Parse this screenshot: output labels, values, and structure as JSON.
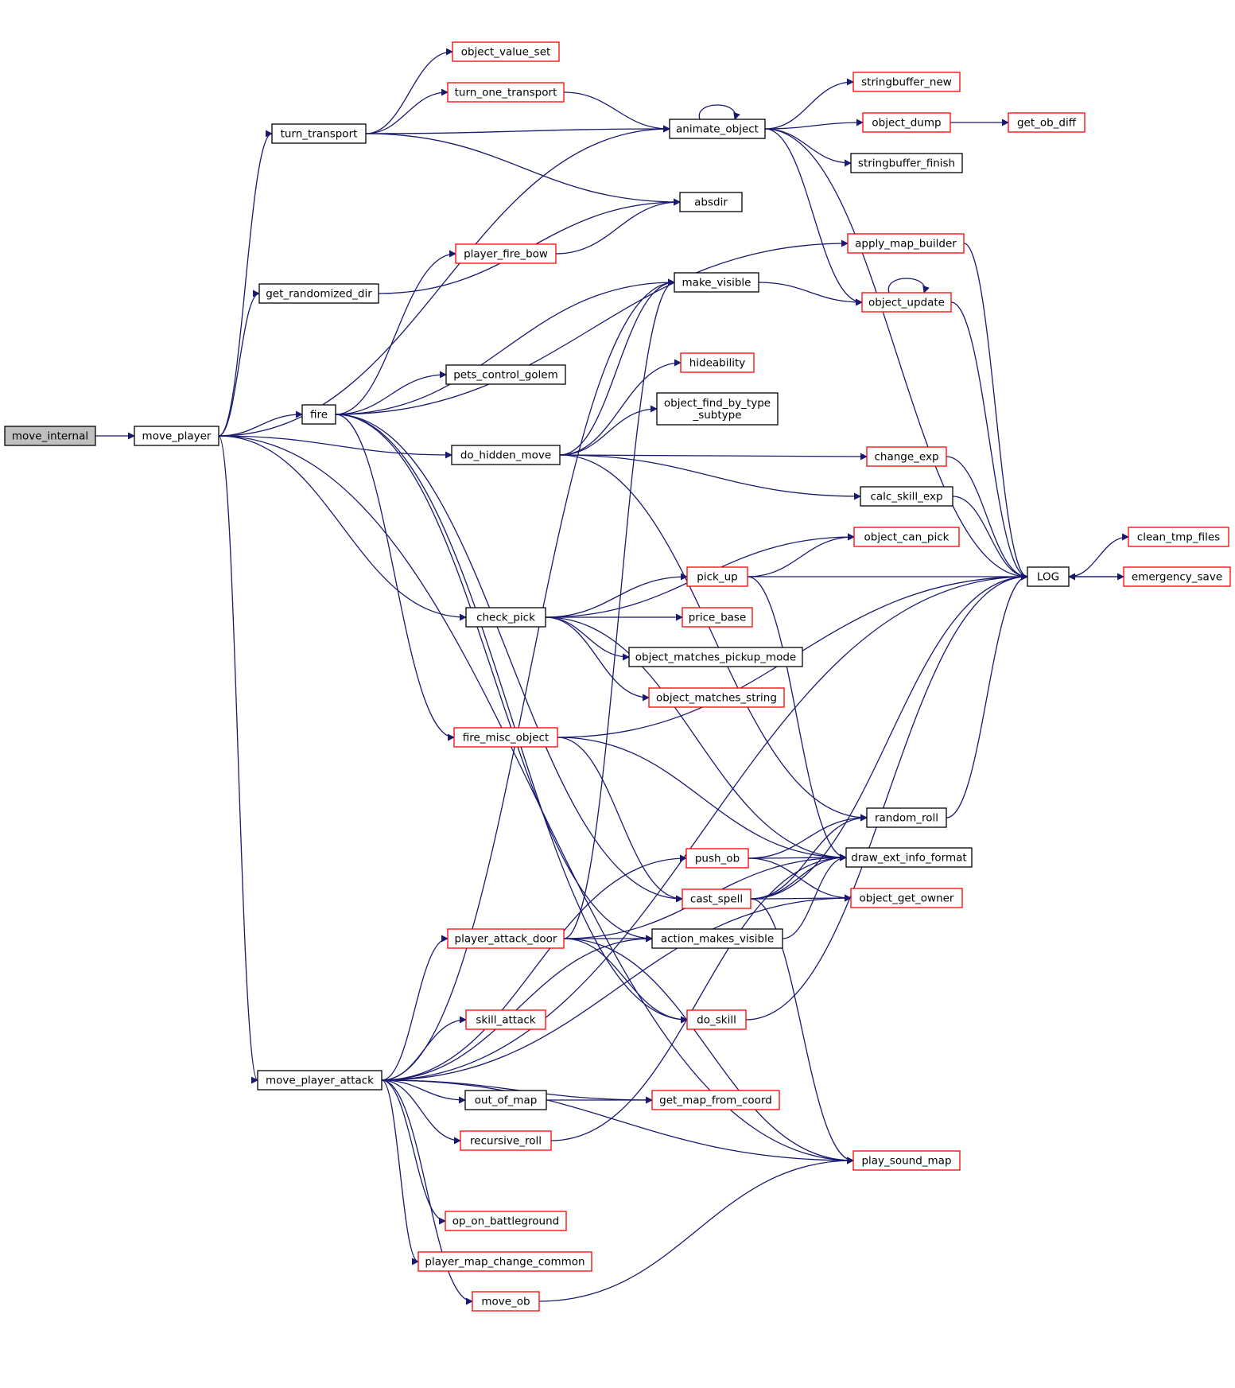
{
  "colors": {
    "edge": "#191970",
    "node_plain": "#000000",
    "node_truncated": "#ff0000",
    "node_root_fill": "#bfbfbf"
  },
  "nodes": [
    {
      "id": "move_internal",
      "label": "move_internal",
      "style": "root"
    },
    {
      "id": "move_player",
      "label": "move_player",
      "style": "plain"
    },
    {
      "id": "turn_transport",
      "label": "turn_transport",
      "style": "plain"
    },
    {
      "id": "get_randomized_dir",
      "label": "get_randomized_dir",
      "style": "plain"
    },
    {
      "id": "fire",
      "label": "fire",
      "style": "plain"
    },
    {
      "id": "move_player_attack",
      "label": "move_player_attack",
      "style": "plain"
    },
    {
      "id": "object_value_set",
      "label": "object_value_set",
      "style": "truncated"
    },
    {
      "id": "turn_one_transport",
      "label": "turn_one_transport",
      "style": "truncated"
    },
    {
      "id": "player_fire_bow",
      "label": "player_fire_bow",
      "style": "truncated"
    },
    {
      "id": "pets_control_golem",
      "label": "pets_control_golem",
      "style": "plain"
    },
    {
      "id": "do_hidden_move",
      "label": "do_hidden_move",
      "style": "plain"
    },
    {
      "id": "check_pick",
      "label": "check_pick",
      "style": "plain"
    },
    {
      "id": "fire_misc_object",
      "label": "fire_misc_object",
      "style": "truncated"
    },
    {
      "id": "player_attack_door",
      "label": "player_attack_door",
      "style": "truncated"
    },
    {
      "id": "skill_attack",
      "label": "skill_attack",
      "style": "truncated"
    },
    {
      "id": "out_of_map",
      "label": "out_of_map",
      "style": "plain"
    },
    {
      "id": "recursive_roll",
      "label": "recursive_roll",
      "style": "truncated"
    },
    {
      "id": "op_on_battleground",
      "label": "op_on_battleground",
      "style": "truncated"
    },
    {
      "id": "player_map_change_common",
      "label": "player_map_change_common",
      "style": "truncated"
    },
    {
      "id": "move_ob",
      "label": "move_ob",
      "style": "truncated"
    },
    {
      "id": "animate_object",
      "label": "animate_object",
      "style": "plain"
    },
    {
      "id": "absdir",
      "label": "absdir",
      "style": "plain"
    },
    {
      "id": "make_visible",
      "label": "make_visible",
      "style": "plain"
    },
    {
      "id": "hideability",
      "label": "hideability",
      "style": "truncated"
    },
    {
      "id": "object_find_by_type_subtype",
      "label": "object_find_by_type\n_subtype",
      "style": "plain"
    },
    {
      "id": "pick_up",
      "label": "pick_up",
      "style": "truncated"
    },
    {
      "id": "price_base",
      "label": "price_base",
      "style": "truncated"
    },
    {
      "id": "object_matches_pickup_mode",
      "label": "object_matches_pickup_mode",
      "style": "plain"
    },
    {
      "id": "object_matches_string",
      "label": "object_matches_string",
      "style": "truncated"
    },
    {
      "id": "push_ob",
      "label": "push_ob",
      "style": "truncated"
    },
    {
      "id": "cast_spell",
      "label": "cast_spell",
      "style": "truncated"
    },
    {
      "id": "action_makes_visible",
      "label": "action_makes_visible",
      "style": "plain"
    },
    {
      "id": "do_skill",
      "label": "do_skill",
      "style": "truncated"
    },
    {
      "id": "get_map_from_coord",
      "label": "get_map_from_coord",
      "style": "truncated"
    },
    {
      "id": "stringbuffer_new",
      "label": "stringbuffer_new",
      "style": "truncated"
    },
    {
      "id": "object_dump",
      "label": "object_dump",
      "style": "truncated"
    },
    {
      "id": "stringbuffer_finish",
      "label": "stringbuffer_finish",
      "style": "plain"
    },
    {
      "id": "apply_map_builder",
      "label": "apply_map_builder",
      "style": "truncated"
    },
    {
      "id": "object_update",
      "label": "object_update",
      "style": "truncated"
    },
    {
      "id": "change_exp",
      "label": "change_exp",
      "style": "truncated"
    },
    {
      "id": "calc_skill_exp",
      "label": "calc_skill_exp",
      "style": "plain"
    },
    {
      "id": "object_can_pick",
      "label": "object_can_pick",
      "style": "truncated"
    },
    {
      "id": "random_roll",
      "label": "random_roll",
      "style": "plain"
    },
    {
      "id": "draw_ext_info_format",
      "label": "draw_ext_info_format",
      "style": "plain"
    },
    {
      "id": "object_get_owner",
      "label": "object_get_owner",
      "style": "truncated"
    },
    {
      "id": "play_sound_map",
      "label": "play_sound_map",
      "style": "truncated"
    },
    {
      "id": "get_ob_diff",
      "label": "get_ob_diff",
      "style": "truncated"
    },
    {
      "id": "LOG",
      "label": "LOG",
      "style": "plain"
    },
    {
      "id": "clean_tmp_files",
      "label": "clean_tmp_files",
      "style": "truncated"
    },
    {
      "id": "emergency_save",
      "label": "emergency_save",
      "style": "truncated"
    }
  ],
  "edges": [
    [
      "move_internal",
      "move_player"
    ],
    [
      "move_player",
      "turn_transport"
    ],
    [
      "move_player",
      "get_randomized_dir"
    ],
    [
      "move_player",
      "fire"
    ],
    [
      "move_player",
      "do_hidden_move"
    ],
    [
      "move_player",
      "check_pick"
    ],
    [
      "move_player",
      "move_player_attack"
    ],
    [
      "move_player",
      "animate_object"
    ],
    [
      "move_player",
      "play_sound_map"
    ],
    [
      "turn_transport",
      "object_value_set"
    ],
    [
      "turn_transport",
      "turn_one_transport"
    ],
    [
      "turn_transport",
      "animate_object"
    ],
    [
      "turn_transport",
      "absdir"
    ],
    [
      "turn_one_transport",
      "animate_object"
    ],
    [
      "get_randomized_dir",
      "absdir"
    ],
    [
      "player_fire_bow",
      "absdir"
    ],
    [
      "fire",
      "player_fire_bow"
    ],
    [
      "fire",
      "apply_map_builder"
    ],
    [
      "fire",
      "make_visible"
    ],
    [
      "fire",
      "pets_control_golem"
    ],
    [
      "fire",
      "fire_misc_object"
    ],
    [
      "fire",
      "cast_spell"
    ],
    [
      "fire",
      "action_makes_visible"
    ],
    [
      "fire",
      "do_skill"
    ],
    [
      "animate_object",
      "animate_object"
    ],
    [
      "animate_object",
      "stringbuffer_new"
    ],
    [
      "animate_object",
      "object_dump"
    ],
    [
      "animate_object",
      "stringbuffer_finish"
    ],
    [
      "animate_object",
      "object_update"
    ],
    [
      "animate_object",
      "LOG"
    ],
    [
      "object_dump",
      "get_ob_diff"
    ],
    [
      "apply_map_builder",
      "LOG"
    ],
    [
      "make_visible",
      "object_update"
    ],
    [
      "object_update",
      "object_update"
    ],
    [
      "object_update",
      "LOG"
    ],
    [
      "do_hidden_move",
      "make_visible"
    ],
    [
      "do_hidden_move",
      "hideability"
    ],
    [
      "do_hidden_move",
      "object_find_by_type_subtype"
    ],
    [
      "do_hidden_move",
      "change_exp"
    ],
    [
      "do_hidden_move",
      "calc_skill_exp"
    ],
    [
      "do_hidden_move",
      "random_roll"
    ],
    [
      "change_exp",
      "LOG"
    ],
    [
      "calc_skill_exp",
      "LOG"
    ],
    [
      "check_pick",
      "object_can_pick"
    ],
    [
      "check_pick",
      "pick_up"
    ],
    [
      "check_pick",
      "price_base"
    ],
    [
      "check_pick",
      "object_matches_pickup_mode"
    ],
    [
      "check_pick",
      "object_matches_string"
    ],
    [
      "check_pick",
      "draw_ext_info_format"
    ],
    [
      "pick_up",
      "object_can_pick"
    ],
    [
      "pick_up",
      "LOG"
    ],
    [
      "pick_up",
      "draw_ext_info_format"
    ],
    [
      "LOG",
      "clean_tmp_files"
    ],
    [
      "LOG",
      "emergency_save"
    ],
    [
      "emergency_save",
      "LOG"
    ],
    [
      "fire_misc_object",
      "LOG"
    ],
    [
      "fire_misc_object",
      "draw_ext_info_format"
    ],
    [
      "fire_misc_object",
      "cast_spell"
    ],
    [
      "random_roll",
      "LOG"
    ],
    [
      "push_ob",
      "random_roll"
    ],
    [
      "push_ob",
      "draw_ext_info_format"
    ],
    [
      "push_ob",
      "object_get_owner"
    ],
    [
      "cast_spell",
      "random_roll"
    ],
    [
      "cast_spell",
      "draw_ext_info_format"
    ],
    [
      "cast_spell",
      "object_get_owner"
    ],
    [
      "cast_spell",
      "LOG"
    ],
    [
      "cast_spell",
      "play_sound_map"
    ],
    [
      "action_makes_visible",
      "draw_ext_info_format"
    ],
    [
      "player_attack_door",
      "make_visible"
    ],
    [
      "player_attack_door",
      "action_makes_visible"
    ],
    [
      "player_attack_door",
      "draw_ext_info_format"
    ],
    [
      "player_attack_door",
      "do_skill"
    ],
    [
      "player_attack_door",
      "play_sound_map"
    ],
    [
      "do_skill",
      "LOG"
    ],
    [
      "move_player_attack",
      "make_visible"
    ],
    [
      "move_player_attack",
      "push_ob"
    ],
    [
      "move_player_attack",
      "action_makes_visible"
    ],
    [
      "move_player_attack",
      "player_attack_door"
    ],
    [
      "move_player_attack",
      "skill_attack"
    ],
    [
      "move_player_attack",
      "get_map_from_coord"
    ],
    [
      "move_player_attack",
      "out_of_map"
    ],
    [
      "move_player_attack",
      "recursive_roll"
    ],
    [
      "move_player_attack",
      "object_get_owner"
    ],
    [
      "move_player_attack",
      "op_on_battleground"
    ],
    [
      "move_player_attack",
      "player_map_change_common"
    ],
    [
      "move_player_attack",
      "move_ob"
    ],
    [
      "move_player_attack",
      "play_sound_map"
    ],
    [
      "move_player_attack",
      "LOG"
    ],
    [
      "out_of_map",
      "get_map_from_coord"
    ],
    [
      "recursive_roll",
      "draw_ext_info_format"
    ],
    [
      "move_ob",
      "play_sound_map"
    ]
  ]
}
